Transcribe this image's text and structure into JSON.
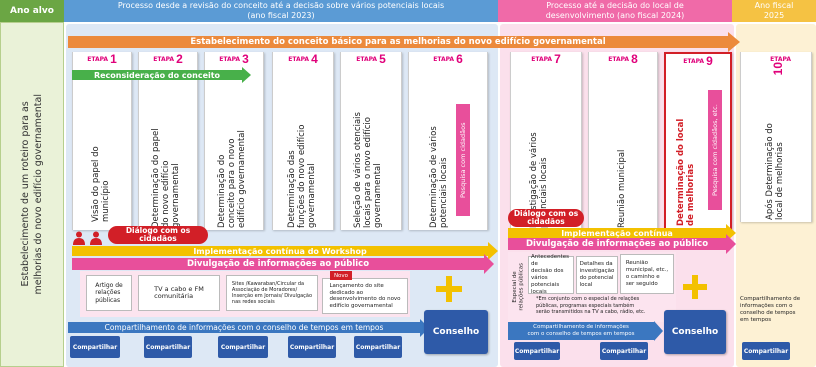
{
  "header": {
    "ano_alvo": "Ano alvo",
    "period1": "Processo desde a revisão do conceito até a decisão sobre vários potenciais locais\n(ano fiscal  2023)",
    "period2": "Processo até a decisão do local de\ndesenvolvimento (ano fiscal 2024)",
    "period3": "Ano fiscal\n2025"
  },
  "side_title": "Estabelecimento de um roteiro para as\nmelhorias do novo edifício governamental",
  "top_bar": "Estabelecimento do conceito básico para as melhorias do novo edifício governamental",
  "reconsideration": "Reconsideração do conceito",
  "etapa_label": "ETAPA",
  "stages": [
    {
      "num": "1",
      "text": "Visão do papel do\nmunicípio"
    },
    {
      "num": "2",
      "text": "Determinação do papel\ndo novo edifício\ngovernamental"
    },
    {
      "num": "3",
      "text": "Determinação do\nconceito para o novo\nedifício governamental"
    },
    {
      "num": "4",
      "text": "Determinação das\nfunções do novo edifício\ngovernamental"
    },
    {
      "num": "5",
      "text": "Seleção de vários otenciais\nlocais para o novo edifício\ngovernamental"
    },
    {
      "num": "6",
      "text": "Determinação de vários\npotenciais locais"
    },
    {
      "num": "7",
      "text": "Investigação de vários\npotenciais locais"
    },
    {
      "num": "8",
      "text": "Reunião municipal"
    },
    {
      "num": "9",
      "text": "Determinação do local\nde melhorias"
    },
    {
      "num": "10",
      "text": "Após Determinação do\nlocal de melhorias"
    }
  ],
  "pesquisa_cidadaos": "Pesquisa com cidadãos",
  "pesquisa_cidadaos_etc": "Pesquisa com cidadãos, etc.",
  "dialogo": "Diálogo com os\ncidadãos",
  "workshop": "Implementação contínua do Workshop",
  "continua": "Implementação contínua",
  "divulgacao": "Divulgação de informações ao público",
  "left_info": [
    "Artigo de\nrelações\npúblicas",
    "TV a cabo e FM\ncomunitária",
    "Sites /Kawaraban/Circular da\nAssociação de Moradores/\nInserção em Jornais/ Divulgação\nnas redes sociais",
    "Lançamento do site\ndedicado ao\ndesenvolvimento do novo\nedifício governamental"
  ],
  "novo_badge": "Novo",
  "right_info": [
    "Antecedentes de\ndecisão dos\nvários potenciais\nlocais",
    "Detalhes da\ninvestigação\ndo potencial\nlocal",
    "Reunião\nmunicipal, etc.,\no caminho e\nser seguido"
  ],
  "especial": "Especial de\nrelações públicas",
  "especial_note": "*Em conjunto com o especial de relações\npúblicas, programas especiais também\nserão transmitidos na TV a cabo, rádio, etc.",
  "compartilhamento": "Compartilhamento de informações com o conselho de tempos em tempos",
  "compartilhamento_right": "Compartilhamento de informações\ncom o conselho de tempos em tempos",
  "compartilhamento_far": "Compartilhamento de\ninformações com o\nconselho de tempos\nem tempos",
  "compartilhar": "Compartilhar",
  "conselho": "Conselho",
  "colors": {
    "blue_header": "#5b9bd5",
    "pink_header": "#f06aa8",
    "yellow_header": "#f5c243",
    "orange_bar": "#ec8a3c",
    "green_bar": "#48b04a",
    "pink_bar": "#e84f9b",
    "yellow_bar": "#f3c100",
    "blue_bar": "#3b77c0"
  }
}
